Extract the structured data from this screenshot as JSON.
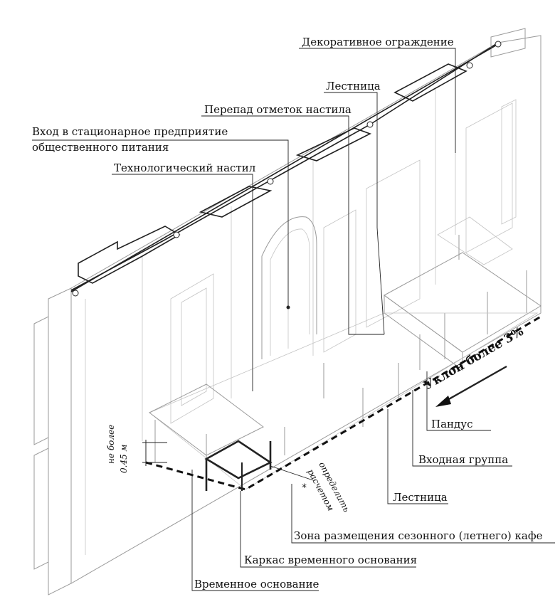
{
  "labels": {
    "decorative_fence": "Декоративное ограждение",
    "stair_top": "Лестница",
    "deck_level_change": "Перепад отметок настила",
    "entrance_line1": "Вход в стационарное предприятие",
    "entrance_line2": "общественного питания",
    "tech_deck": "Технологический настил",
    "slope": "Уклон более 3%",
    "ramp": "Пандус",
    "entrance_group": "Входная группа",
    "stair_bottom": "Лестница",
    "cafe_zone": "Зона размещения сезонного (летнего) кафе",
    "frame": "Каркас временного основания",
    "temp_base": "Временное основание",
    "height_line1": "не более",
    "height_line2": "0.45 м",
    "dim_note_line1": "определить",
    "dim_note_line2": "расчетом"
  }
}
